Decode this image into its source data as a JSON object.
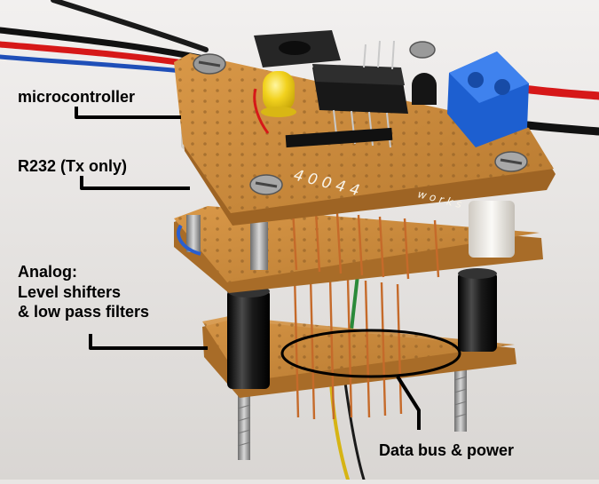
{
  "annotations": {
    "microcontroller": "microcontroller",
    "r232": "R232 (Tx only)",
    "analog_lines": [
      "Analog:",
      "Level shifters",
      "& low pass filters"
    ],
    "data_bus": "Data bus & power"
  },
  "board_handwriting": [
    "4 0 0 4 4",
    "w o r k s"
  ],
  "colors": {
    "background": "#e9e6e4",
    "pcb": "#c98a3a",
    "pcb_edge": "#8e5a1e",
    "copper_wire": "#c56a2a",
    "led_yellow": "#f2d21e",
    "terminal_blue": "#1d5fd0",
    "cable_red": "#d61818",
    "capacitor_black": "#1a1a1a",
    "spacer_white": "#f2f0ec",
    "leader_line": "#000000"
  },
  "icons": [
    "pcb-stack",
    "ic-chip",
    "led",
    "terminal-block",
    "capacitor",
    "screw",
    "wire"
  ]
}
